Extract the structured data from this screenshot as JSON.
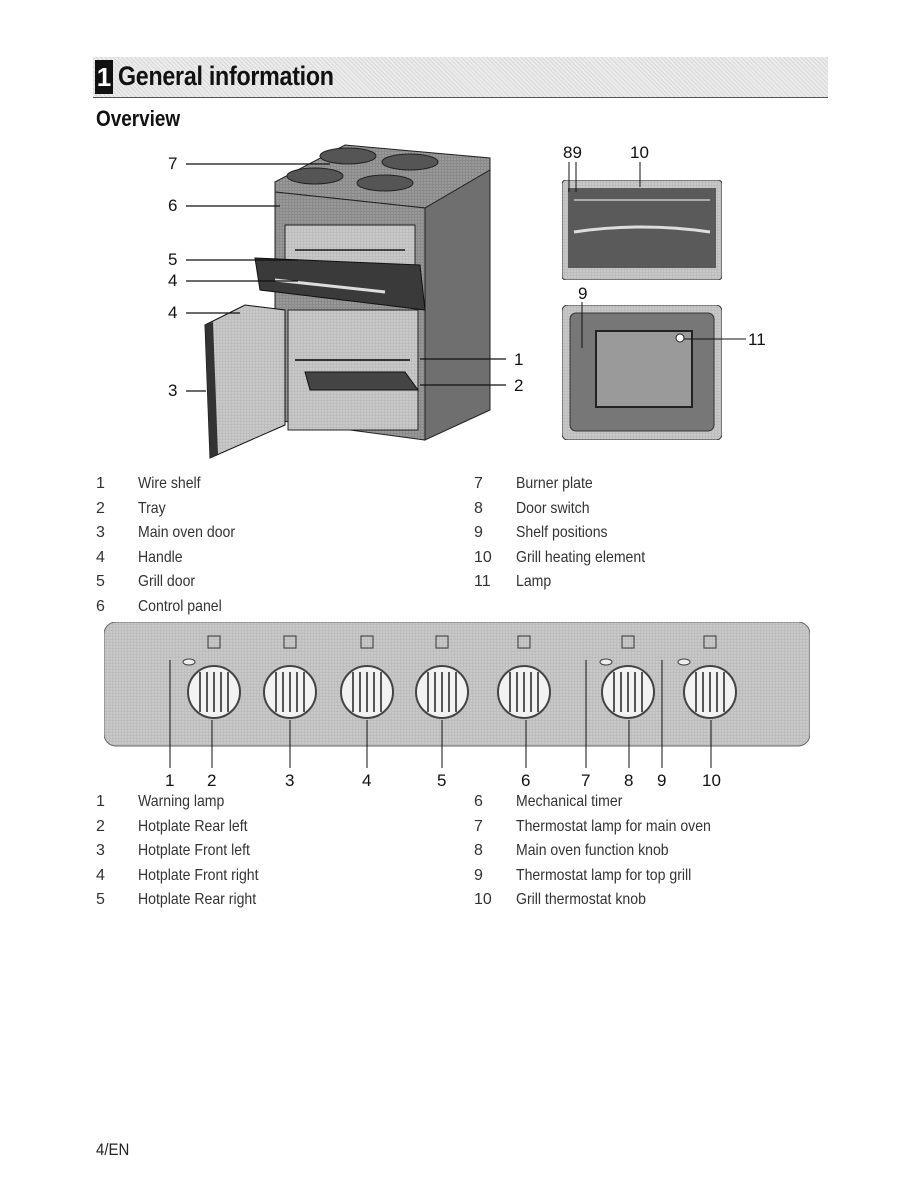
{
  "header": {
    "chapter_number": "1",
    "chapter_title": "General information"
  },
  "section_title": "Overview",
  "oven_callouts": [
    "7",
    "6",
    "5",
    "4",
    "4",
    "3",
    "1",
    "2"
  ],
  "interior_callouts": {
    "top": "89",
    "top_right": "10",
    "mid": "9",
    "lamp": "11"
  },
  "overview_legend": {
    "left": [
      {
        "num": "1",
        "label": "Wire shelf"
      },
      {
        "num": "2",
        "label": "Tray"
      },
      {
        "num": "3",
        "label": "Main oven door"
      },
      {
        "num": "4",
        "label": "Handle"
      },
      {
        "num": "5",
        "label": "Grill door"
      },
      {
        "num": "6",
        "label": "Control panel"
      }
    ],
    "right": [
      {
        "num": "7",
        "label": "Burner plate"
      },
      {
        "num": "8",
        "label": "Door switch"
      },
      {
        "num": "9",
        "label": "Shelf positions"
      },
      {
        "num": "10",
        "label": "Grill heating element"
      },
      {
        "num": "11",
        "label": "Lamp"
      }
    ]
  },
  "panel_callouts": [
    "1",
    "2",
    "3",
    "4",
    "5",
    "6",
    "7",
    "8",
    "9",
    "10"
  ],
  "panel_legend": {
    "left": [
      {
        "num": "1",
        "label": "Warning lamp"
      },
      {
        "num": "2",
        "label": "Hotplate Rear left"
      },
      {
        "num": "3",
        "label": "Hotplate Front left"
      },
      {
        "num": "4",
        "label": "Hotplate Front right"
      },
      {
        "num": "5",
        "label": "Hotplate Rear right"
      }
    ],
    "right": [
      {
        "num": "6",
        "label": "Mechanical timer"
      },
      {
        "num": "7",
        "label": "Thermostat lamp for main oven"
      },
      {
        "num": "8",
        "label": "Main oven function knob"
      },
      {
        "num": "9",
        "label": "Thermostat lamp for top grill"
      },
      {
        "num": "10",
        "label": "Grill thermostat knob"
      }
    ]
  },
  "footer": {
    "page_number": "4/EN"
  }
}
